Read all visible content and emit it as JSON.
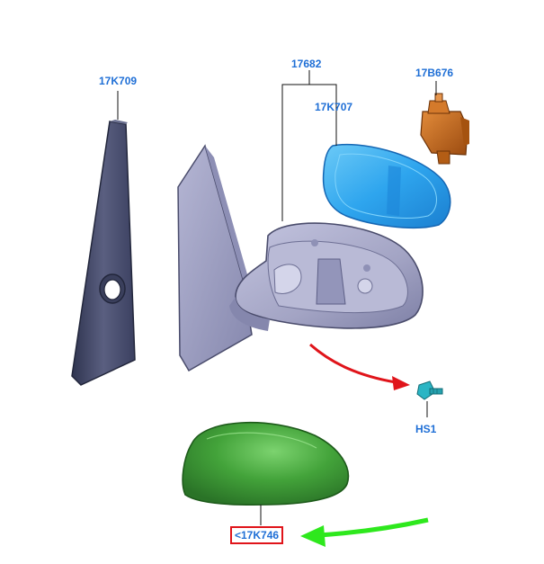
{
  "callouts": {
    "base_cover": "17K709",
    "mirror_assembly": "17682",
    "mirror_glass": "17K707",
    "motor": "17B676",
    "screw": "HS1",
    "housing_cover": "<17K746"
  },
  "colors": {
    "callout_text": "#1f6fd6",
    "highlight_box": "#e0141a",
    "red_arrow": "#e0141a",
    "green_arrow": "#2ee81d",
    "base_cover": "#4a4f6e",
    "mirror_body": "#a9aac8",
    "mirror_glass": "#2aa6ef",
    "motor": "#c96a1a",
    "screw": "#2bb5c4",
    "housing_cover": "#3f9b3a"
  }
}
